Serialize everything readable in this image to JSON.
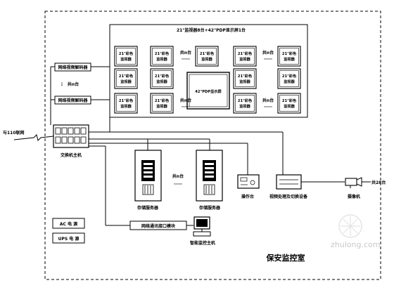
{
  "room_title": "保安监控室",
  "video_wall": {
    "title": "21\"监视器8台+42\"PDP显示屏1台",
    "monitor_label_lines": [
      "21\"彩色",
      "监视器"
    ],
    "group_count_labels": [
      "共n台",
      "共n台",
      "共n台",
      "共n台"
    ],
    "center_display_label": "42\"PDP显示屏"
  },
  "decoder": {
    "label": "网络视频解码器",
    "count_label": "共n台"
  },
  "wan_label": "与110联网",
  "switch_label": "交换机主机",
  "storage": {
    "label": "存储服务器",
    "count_label": "共n台"
  },
  "console_label": "操作台",
  "video_proc_label": "视频处理及切换设备",
  "camera": {
    "label": "摄像机",
    "count_label": "共28台"
  },
  "power": {
    "ac_label": "AC 电 源",
    "ups_label": "UPS 电 源"
  },
  "net_comm_label": "网络通讯接口模块",
  "smart_host_label": "智能监控主机",
  "watermark_text": "zhulong.com"
}
